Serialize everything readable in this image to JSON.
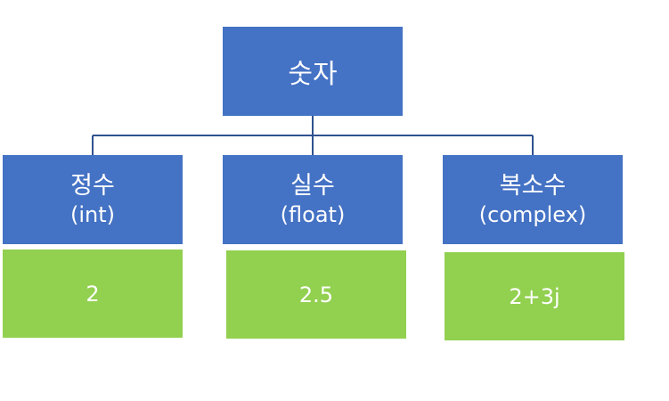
{
  "root": {
    "label": "숫자"
  },
  "categories": [
    {
      "name": "정수",
      "type": "(int)",
      "example": "2"
    },
    {
      "name": "실수",
      "type": "(float)",
      "example": "2.5"
    },
    {
      "name": "복소수",
      "type": "(complex)",
      "example": "2+3j"
    }
  ],
  "colors": {
    "node": "#4472c4",
    "example": "#92d050",
    "connector": "#2f528f",
    "text": "#ffffff"
  }
}
